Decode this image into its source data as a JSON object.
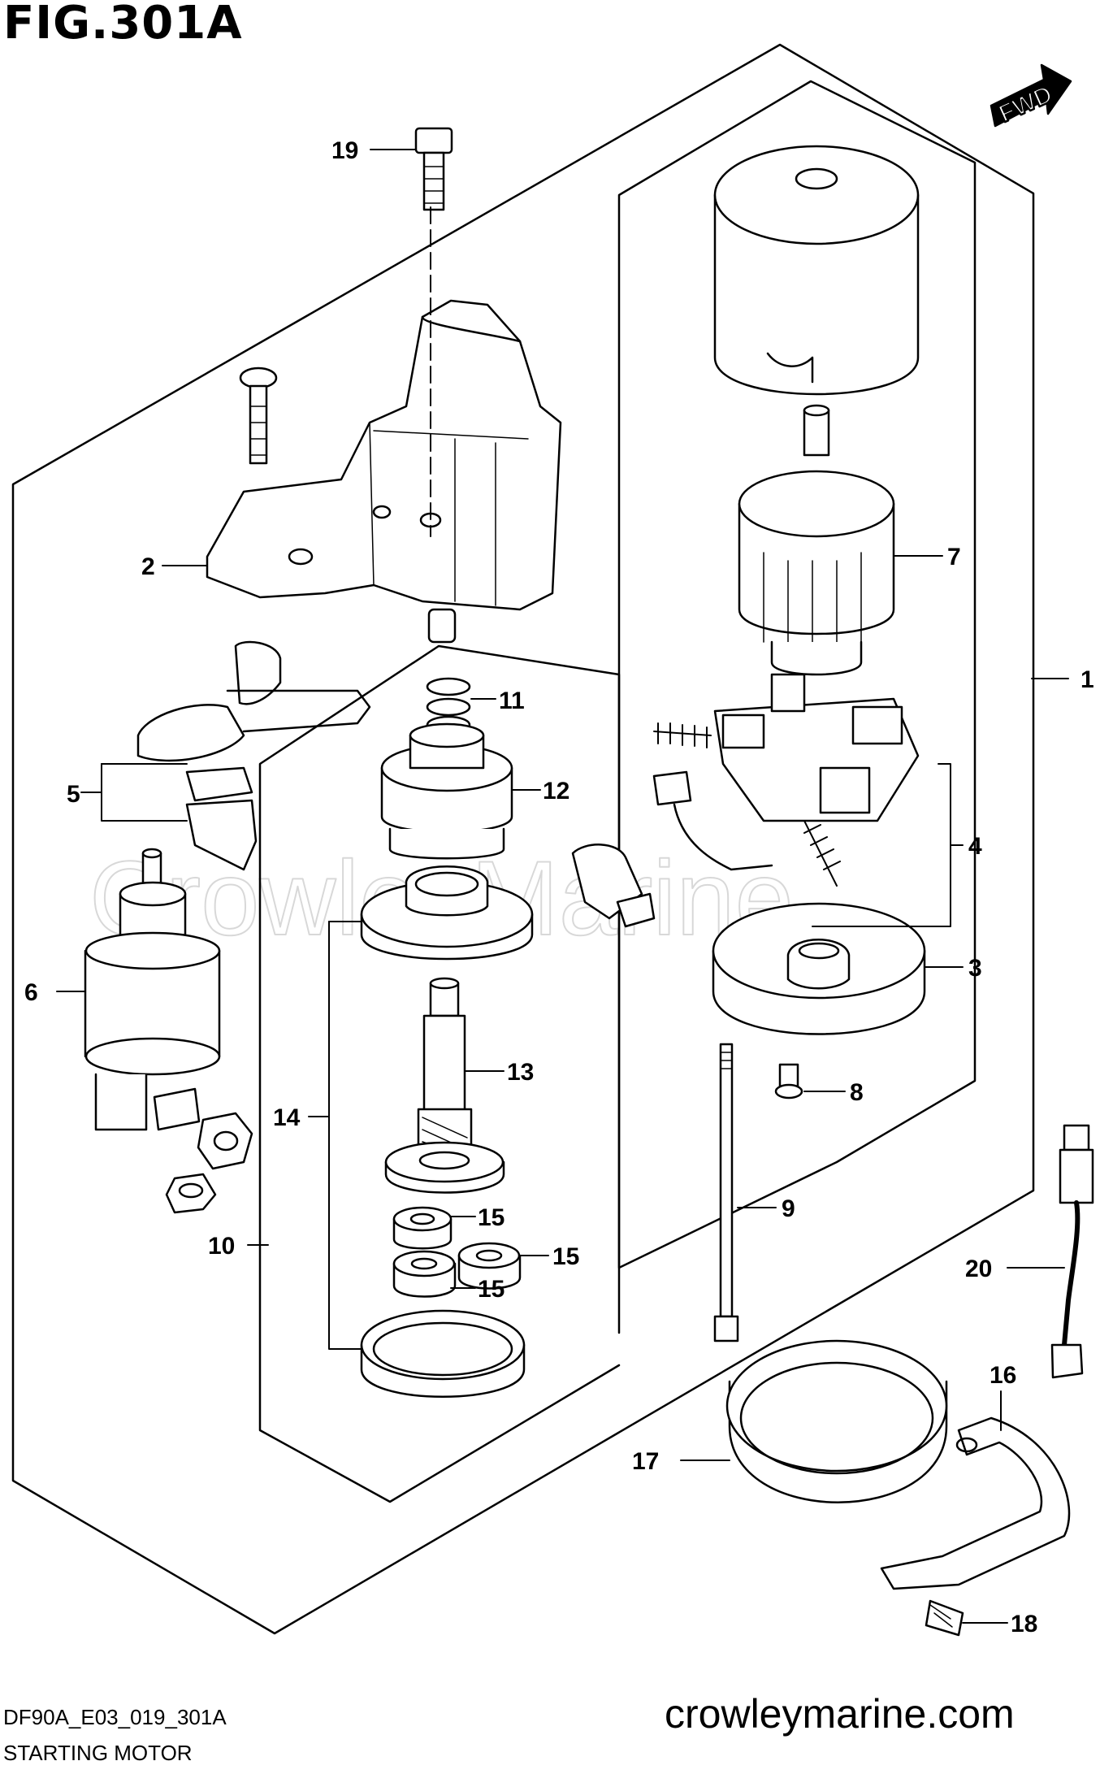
{
  "figure": {
    "title": "FIG.301A",
    "code": "DF90A_E03_019_301A",
    "caption": "STARTING MOTOR",
    "watermark": "crowleymarine.com",
    "background_watermark": "CrowleyMarine",
    "direction_badge": "FWD"
  },
  "callouts": [
    {
      "id": "1",
      "label": "1"
    },
    {
      "id": "2",
      "label": "2"
    },
    {
      "id": "3",
      "label": "3"
    },
    {
      "id": "4",
      "label": "4"
    },
    {
      "id": "5",
      "label": "5"
    },
    {
      "id": "6",
      "label": "6"
    },
    {
      "id": "7",
      "label": "7"
    },
    {
      "id": "8",
      "label": "8"
    },
    {
      "id": "9",
      "label": "9"
    },
    {
      "id": "10",
      "label": "10"
    },
    {
      "id": "11",
      "label": "11"
    },
    {
      "id": "12",
      "label": "12"
    },
    {
      "id": "13",
      "label": "13"
    },
    {
      "id": "14",
      "label": "14"
    },
    {
      "id": "15a",
      "label": "15"
    },
    {
      "id": "15b",
      "label": "15"
    },
    {
      "id": "15c",
      "label": "15"
    },
    {
      "id": "16",
      "label": "16"
    },
    {
      "id": "17",
      "label": "17"
    },
    {
      "id": "18",
      "label": "18"
    },
    {
      "id": "19",
      "label": "19"
    },
    {
      "id": "20",
      "label": "20"
    }
  ]
}
